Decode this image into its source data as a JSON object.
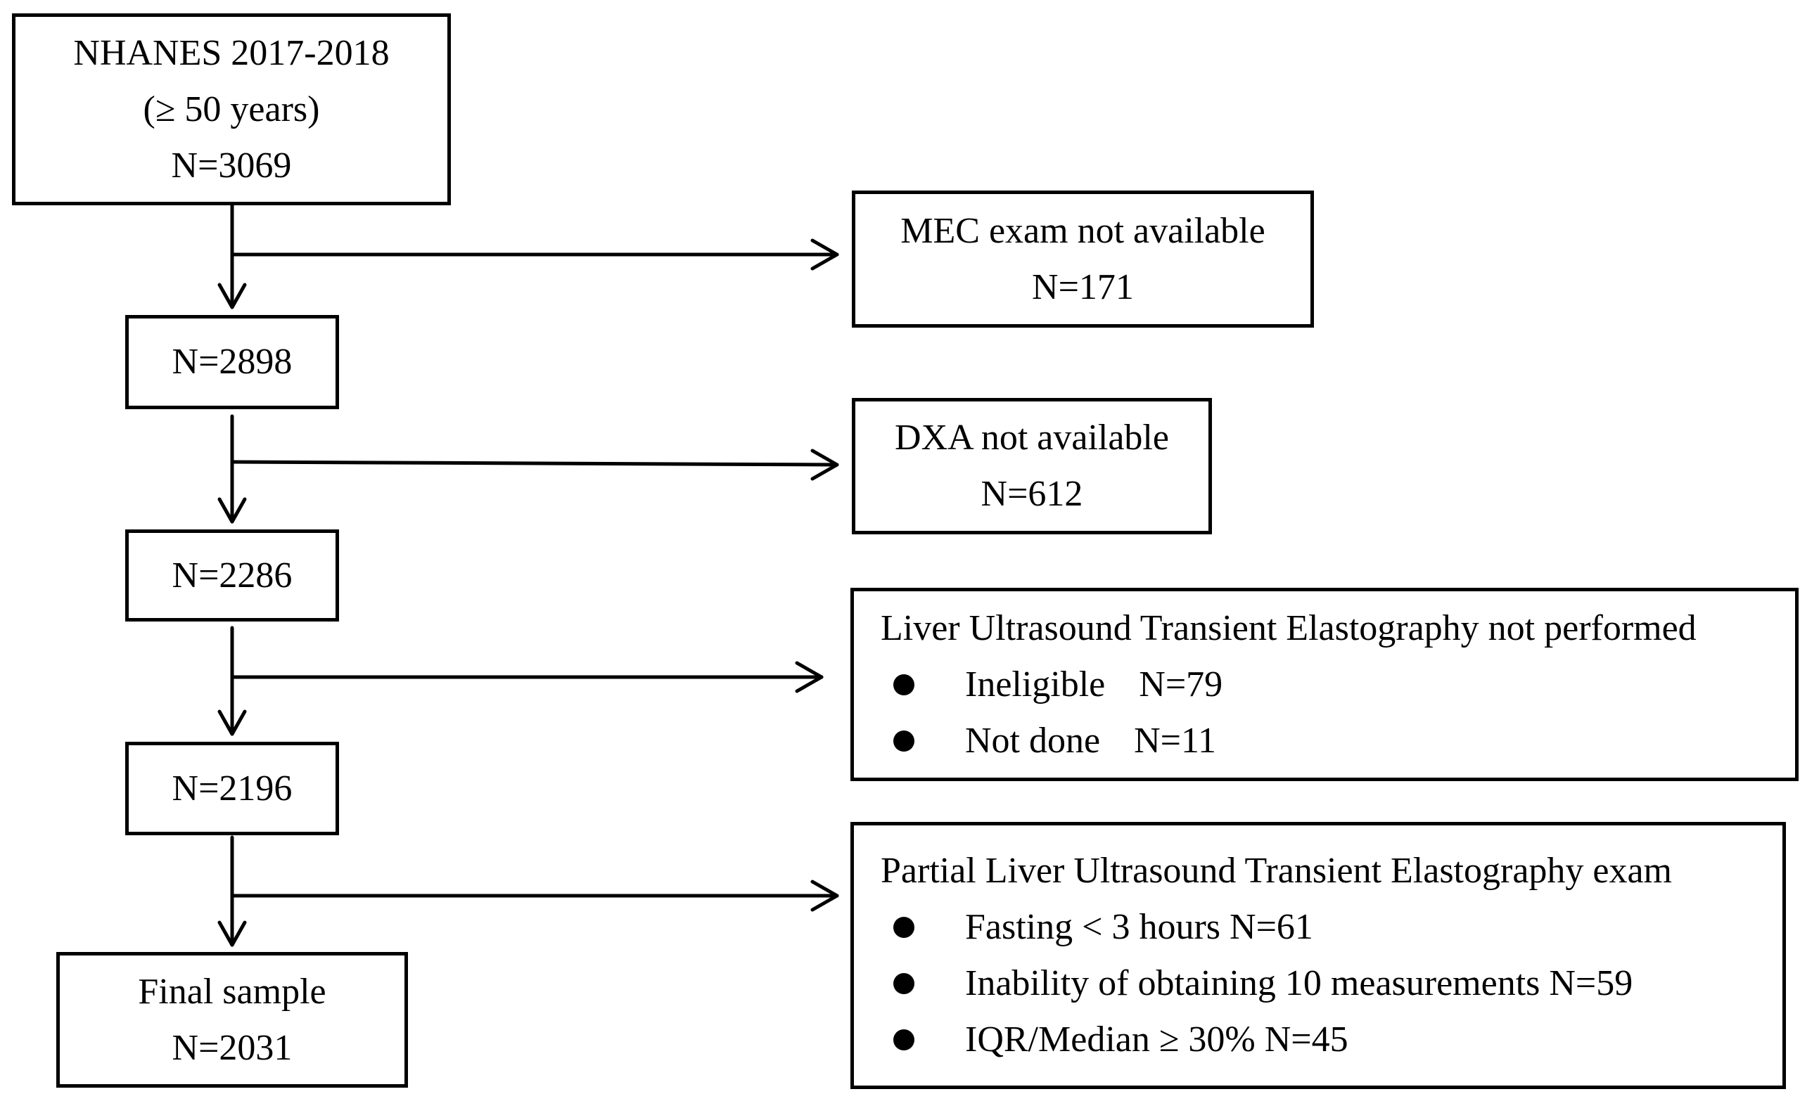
{
  "main_flow": [
    {
      "lines": [
        "NHANES 2017-2018",
        "(≥ 50 years)",
        "N=3069"
      ]
    },
    {
      "lines": [
        "N=2898"
      ]
    },
    {
      "lines": [
        "N=2286"
      ]
    },
    {
      "lines": [
        "N=2196"
      ]
    },
    {
      "lines": [
        "Final sample",
        "N=2031"
      ]
    }
  ],
  "exclusions": [
    {
      "title": "MEC exam not available",
      "count": "N=171"
    },
    {
      "title": "DXA not available",
      "count": "N=612"
    },
    {
      "title": "Liver Ultrasound Transient Elastography not performed",
      "items": [
        {
          "label": "Ineligible",
          "count": "N=79"
        },
        {
          "label": "Not done",
          "count": "N=11"
        }
      ]
    },
    {
      "title": "Partial Liver Ultrasound Transient Elastography exam",
      "items": [
        {
          "label": "Fasting < 3 hours",
          "count": "N=61"
        },
        {
          "label": "Inability of obtaining 10 measurements",
          "count": "N=59"
        },
        {
          "label": "IQR/Median ≥ 30%",
          "count": "N=45"
        }
      ]
    }
  ]
}
